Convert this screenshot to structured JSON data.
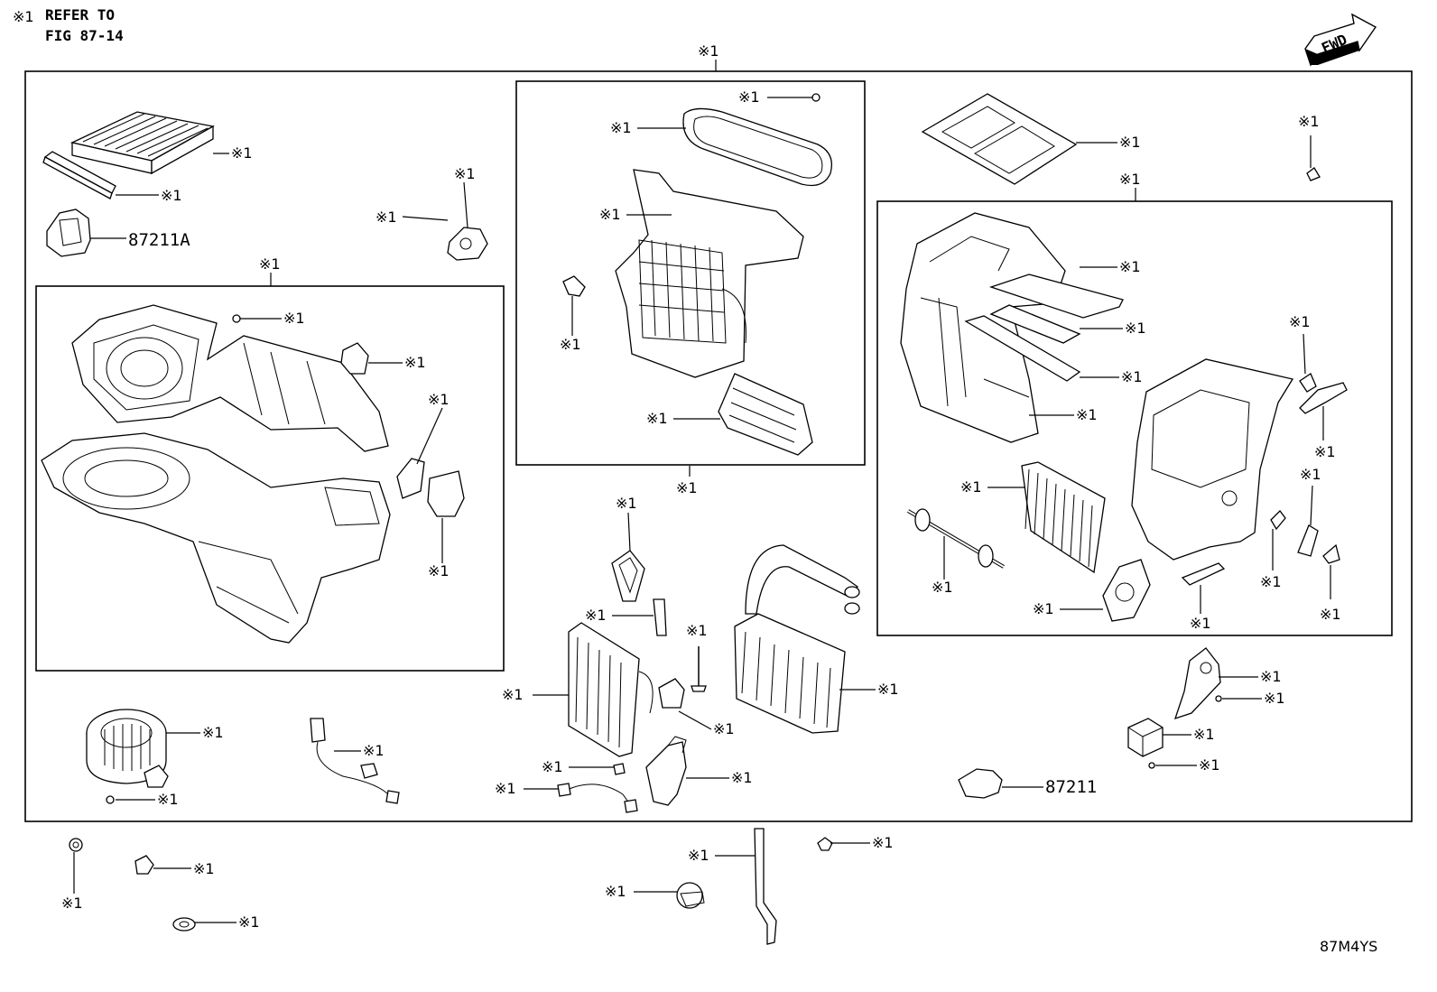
{
  "header": {
    "note_mark": "※1",
    "note_line1": "REFER TO",
    "note_line2": "FIG 87-14"
  },
  "fwd_label": "FWD",
  "diagram_code": "87M4YS",
  "ref_mark": "※1",
  "part_numbers": {
    "intake_duct": "87211A",
    "side_duct": "87211"
  },
  "icons": {
    "fwd": "fwd-arrow-icon"
  }
}
